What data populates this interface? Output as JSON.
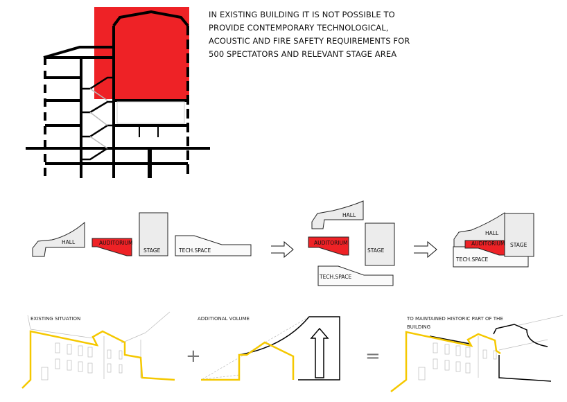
{
  "statement": [
    "IN EXISTING BUILDING IT IS NOT POSSIBLE TO",
    "PROVIDE CONTEMPORARY TECHNOLOGICAL,",
    "ACOUSTIC AND FIRE SAFETY REQUIREMENTS FOR",
    "500 SPECTATORS AND RELEVANT STAGE AREA"
  ],
  "volumes": {
    "hall": "HALL",
    "auditorium": "AUDITORIUM",
    "stage": "STAGE",
    "tech_space": "TECH.SPACE"
  },
  "bottom": {
    "existing": "EXISTING SITUATION",
    "additional": "ADDITIONAL VOLUME",
    "result_line1": "TO MAINTAINED HISTORIC PART OF THE",
    "result_line2": "BUILDING",
    "plus": "+",
    "equals": "="
  },
  "colors": {
    "red": "#ee2226",
    "yellow": "#f5c800",
    "grey_fill": "#ececec"
  }
}
